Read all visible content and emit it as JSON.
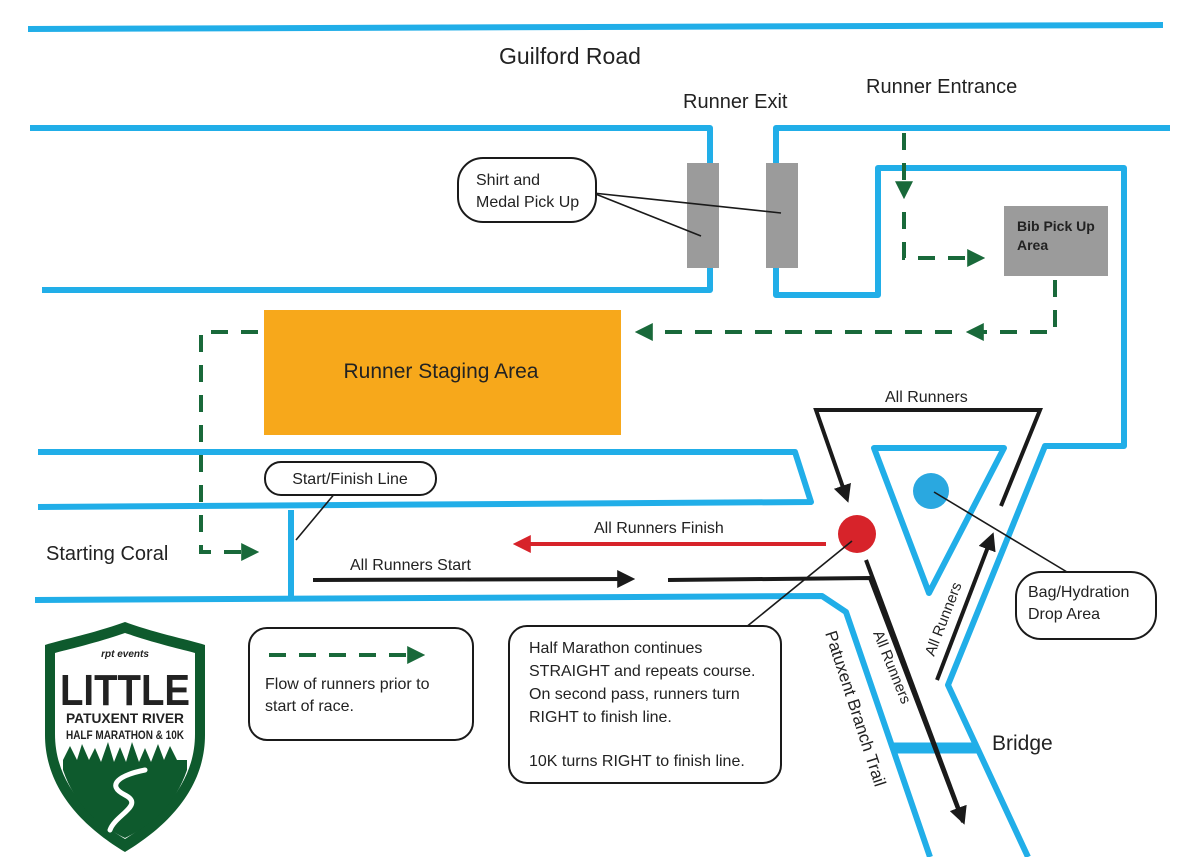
{
  "labels": {
    "guilford_road": "Guilford Road",
    "runner_exit": "Runner Exit",
    "runner_entrance": "Runner Entrance",
    "shirt_medal_line1": "Shirt and",
    "shirt_medal_line2": "Medal Pick Up",
    "bib_line1": "Bib Pick Up",
    "bib_line2": "Area",
    "staging_area": "Runner Staging Area",
    "all_runners_top": "All Runners",
    "start_finish": "Start/Finish Line",
    "all_runners_finish": "All Runners Finish",
    "starting_coral": "Starting Coral",
    "all_runners_start": "All Runners Start",
    "bag_line1": "Bag/Hydration",
    "bag_line2": "Drop Area",
    "all_runners_diag1": "All Runners",
    "all_runners_diag2": "All Runners",
    "trail": "Patuxent Branch Trail",
    "bridge": "Bridge"
  },
  "legend": {
    "line1": "Flow of runners prior to",
    "line2": "start of race."
  },
  "note": {
    "line1": "Half Marathon continues",
    "line2": "STRAIGHT and repeats course.",
    "line3": "On second pass, runners turn",
    "line4": "RIGHT to finish line.",
    "line5": "10K turns RIGHT to finish line."
  },
  "logo": {
    "brand": "rpt events",
    "title": "LITTLE",
    "subtitle": "PATUXENT RIVER",
    "event": "HALF MARATHON & 10K"
  },
  "colors": {
    "road": "#21aee8",
    "flow": "#19693a",
    "staging": "#f7a81b",
    "finish_arrow": "#d7232a",
    "finish_marker": "#d7232a",
    "bag_marker": "#2aa8e0",
    "pickup": "#9b9b9b",
    "logo_green": "#0e5a2d"
  }
}
